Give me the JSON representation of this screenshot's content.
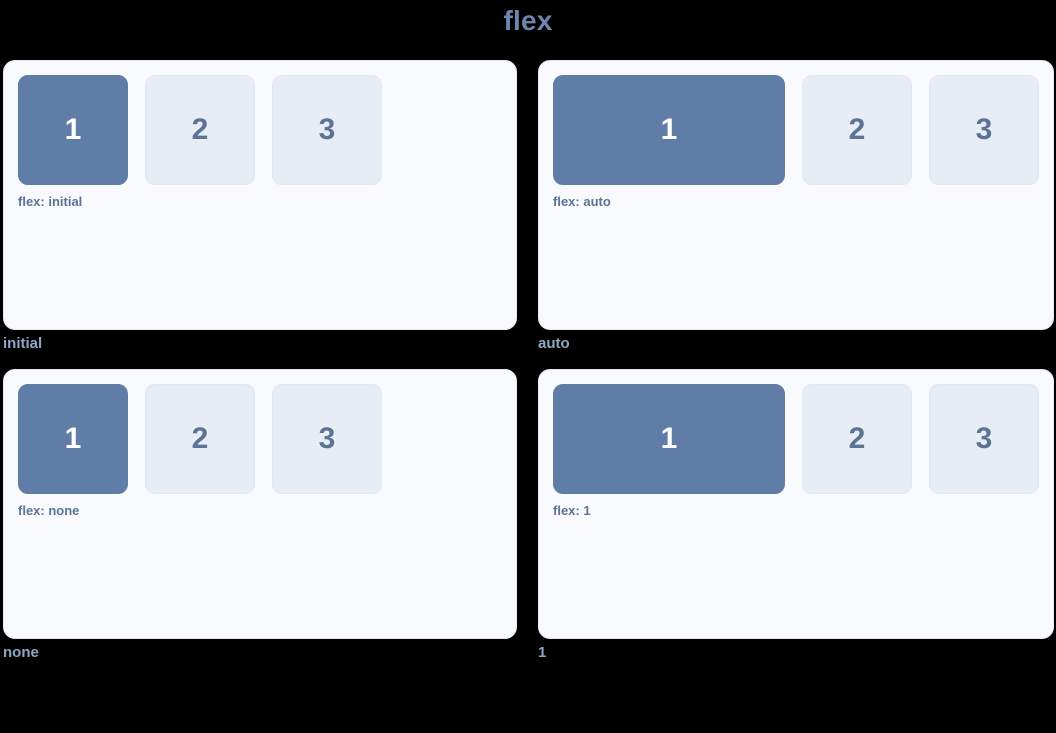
{
  "page": {
    "title": "flex",
    "background_color": "#000000",
    "title_color": "#6c86ad"
  },
  "theme": {
    "card_background": "#f8fafd",
    "card_border": "#e4eaf3",
    "box_primary_background": "#5f7da6",
    "box_primary_text": "#ffffff",
    "box_background": "#e8edf5",
    "box_text": "#5b7397",
    "caption_color": "#5b7397",
    "label_color": "#8fa6c4"
  },
  "demos": [
    {
      "id": "initial",
      "label": "initial",
      "flex_value": "initial",
      "caption": "flex: initial",
      "items": [
        {
          "text": "1",
          "variant": "primary"
        },
        {
          "text": "2",
          "variant": "default"
        },
        {
          "text": "3",
          "variant": "default"
        }
      ]
    },
    {
      "id": "auto",
      "label": "auto",
      "flex_value": "auto",
      "caption": "flex: auto",
      "items": [
        {
          "text": "1",
          "variant": "primary"
        },
        {
          "text": "2",
          "variant": "default"
        },
        {
          "text": "3",
          "variant": "default"
        }
      ]
    },
    {
      "id": "none",
      "label": "none",
      "flex_value": "none",
      "caption": "flex: none",
      "items": [
        {
          "text": "1",
          "variant": "primary"
        },
        {
          "text": "2",
          "variant": "default"
        },
        {
          "text": "3",
          "variant": "default"
        }
      ]
    },
    {
      "id": "1",
      "label": "1",
      "flex_value": "1",
      "caption": "flex: 1",
      "items": [
        {
          "text": "1",
          "variant": "primary"
        },
        {
          "text": "2",
          "variant": "default"
        },
        {
          "text": "3",
          "variant": "default"
        }
      ]
    }
  ]
}
